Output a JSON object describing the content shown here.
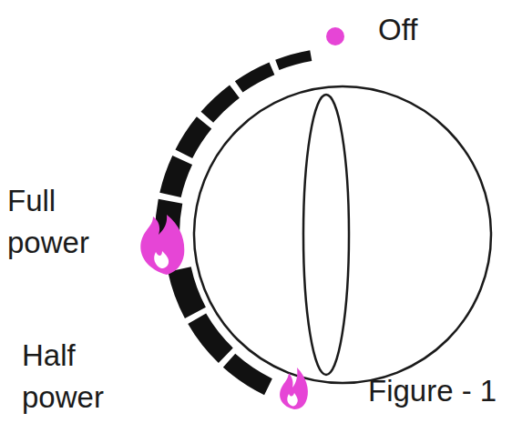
{
  "diagram": {
    "caption": "Figure - 1",
    "labels": [
      "Off",
      "Full power",
      "Half power"
    ]
  }
}
